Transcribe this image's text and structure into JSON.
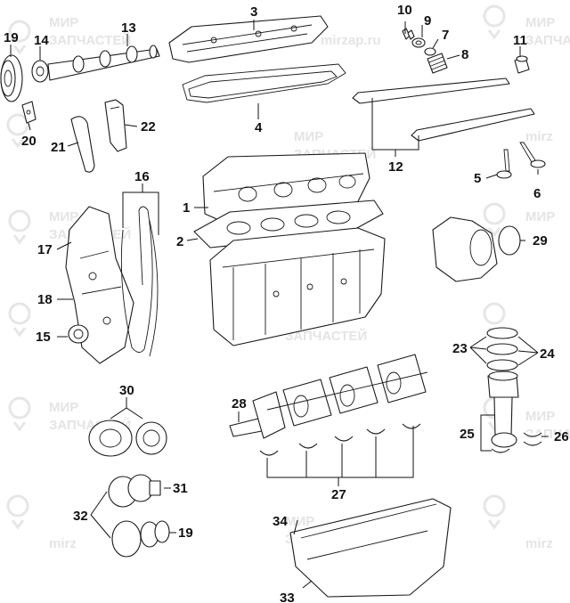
{
  "watermark": {
    "line1": "МИР",
    "line2": "ЗАПЧАСТЕЙ",
    "site": "mirzap.ru",
    "short": "mirz"
  },
  "callouts": {
    "c1": "1",
    "c2": "2",
    "c3": "3",
    "c4": "4",
    "c5": "5",
    "c6": "6",
    "c7": "7",
    "c8": "8",
    "c9": "9",
    "c10": "10",
    "c11": "11",
    "c12": "12",
    "c13": "13",
    "c14": "14",
    "c15": "15",
    "c16": "16",
    "c17": "17",
    "c18": "18",
    "c19a": "19",
    "c19b": "19",
    "c20": "20",
    "c21": "21",
    "c22": "22",
    "c23": "23",
    "c24": "24",
    "c25": "25",
    "c26": "26",
    "c27": "27",
    "c28": "28",
    "c29": "29",
    "c30": "30",
    "c31": "31",
    "c32": "32",
    "c33": "33",
    "c34": "34"
  }
}
